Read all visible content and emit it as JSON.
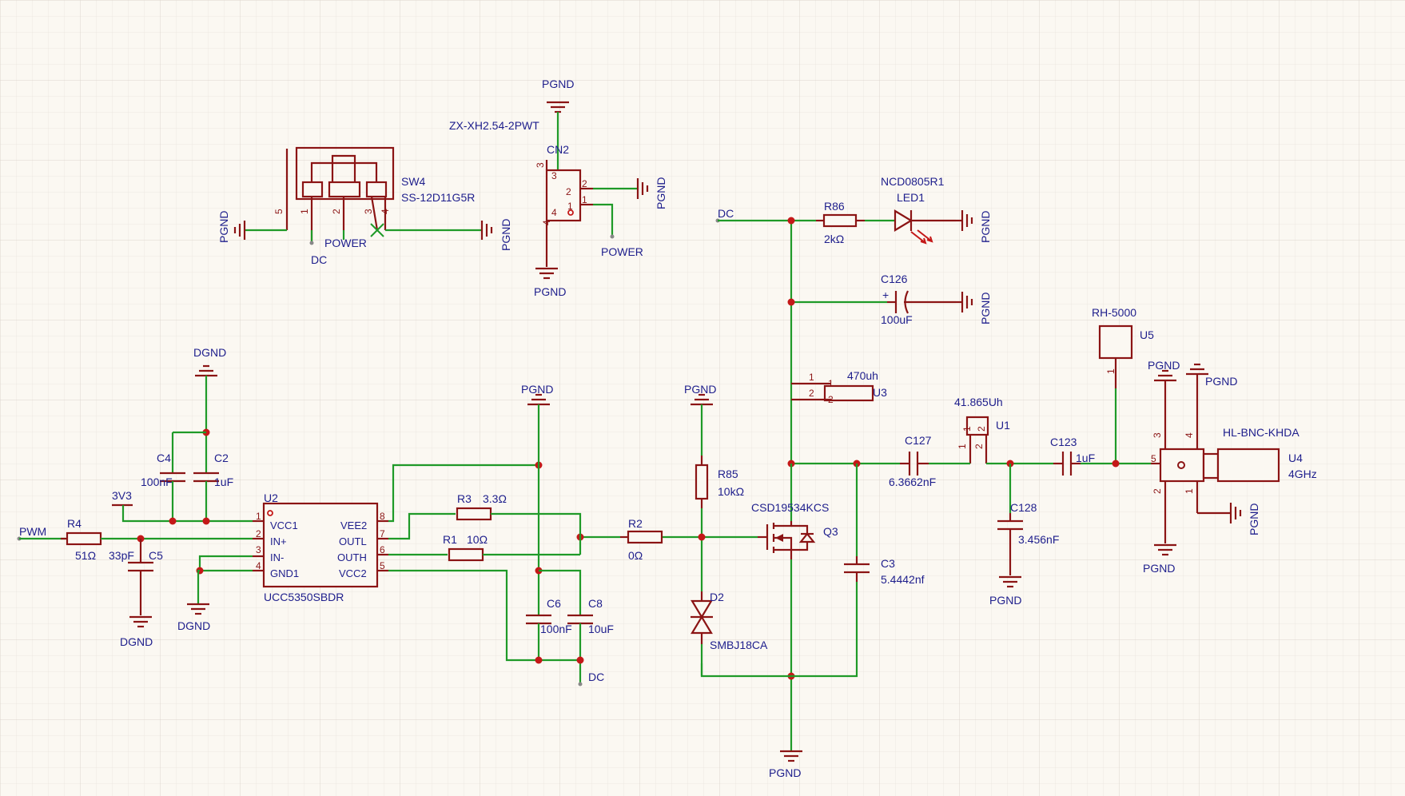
{
  "colors": {
    "background": "#fbf8f2",
    "grid": "#e3ded6",
    "wire": "#1f9a28",
    "component": "#8b1414",
    "label": "#1e1e8c",
    "junction": "#c41818"
  },
  "labels": {
    "power": {
      "pgnd": "PGND",
      "dgnd": "DGND",
      "dc": "DC",
      "power": "POWER",
      "v3v3": "3V3",
      "pwm": "PWM"
    },
    "sw4": {
      "ref": "SW4",
      "value": "SS-12D11G5R",
      "pins": [
        "1",
        "2",
        "3",
        "4",
        "5"
      ]
    },
    "cn2": {
      "ref": "CN2",
      "value": "ZX-XH2.54-2PWT",
      "pins": [
        "1",
        "2",
        "3",
        "4"
      ]
    },
    "r86": {
      "ref": "R86",
      "value": "2kΩ"
    },
    "led1": {
      "ref": "LED1",
      "value": "NCD0805R1"
    },
    "c126": {
      "ref": "C126",
      "value": "100uF",
      "plus": "+"
    },
    "u5": {
      "ref": "U5",
      "value": "RH-5000",
      "pin": "1"
    },
    "u3": {
      "ref": "U3",
      "value": "470uh",
      "pins": [
        "1",
        "2"
      ]
    },
    "u1": {
      "ref": "U1",
      "value": "41.865Uh",
      "pins": [
        "1",
        "2"
      ]
    },
    "u4": {
      "ref": "U4",
      "value": "HL-BNC-KHDA",
      "freq": "4GHz",
      "pins": [
        "1",
        "2",
        "3",
        "4",
        "5"
      ]
    },
    "c4": {
      "ref": "C4",
      "value": "100nF"
    },
    "c2": {
      "ref": "C2",
      "value": "1uF"
    },
    "u2": {
      "ref": "U2",
      "value": "UCC5350SBDR",
      "left_pins": [
        {
          "num": "1",
          "name": "VCC1"
        },
        {
          "num": "2",
          "name": "IN+"
        },
        {
          "num": "3",
          "name": "IN-"
        },
        {
          "num": "4",
          "name": "GND1"
        }
      ],
      "right_pins": [
        {
          "num": "8",
          "name": "VEE2"
        },
        {
          "num": "7",
          "name": "OUTL"
        },
        {
          "num": "6",
          "name": "OUTH"
        },
        {
          "num": "5",
          "name": "VCC2"
        }
      ]
    },
    "r4": {
      "ref": "R4",
      "value": "51Ω"
    },
    "c5": {
      "ref": "C5",
      "value": "33pF"
    },
    "r3": {
      "ref": "R3",
      "value": "3.3Ω"
    },
    "r1": {
      "ref": "R1",
      "value": "10Ω"
    },
    "r2": {
      "ref": "R2",
      "value": "0Ω"
    },
    "c6": {
      "ref": "C6",
      "value": "100nF"
    },
    "c8": {
      "ref": "C8",
      "value": "10uF"
    },
    "r85": {
      "ref": "R85",
      "value": "10kΩ"
    },
    "d2": {
      "ref": "D2",
      "value": "SMBJ18CA"
    },
    "q3": {
      "ref": "Q3",
      "value": "CSD19534KCS"
    },
    "c3": {
      "ref": "C3",
      "value": "5.4442nf"
    },
    "c127": {
      "ref": "C127",
      "value": "6.3662nF"
    },
    "c128": {
      "ref": "C128",
      "value": "3.456nF"
    },
    "c123": {
      "ref": "C123",
      "value": "1uF"
    }
  }
}
